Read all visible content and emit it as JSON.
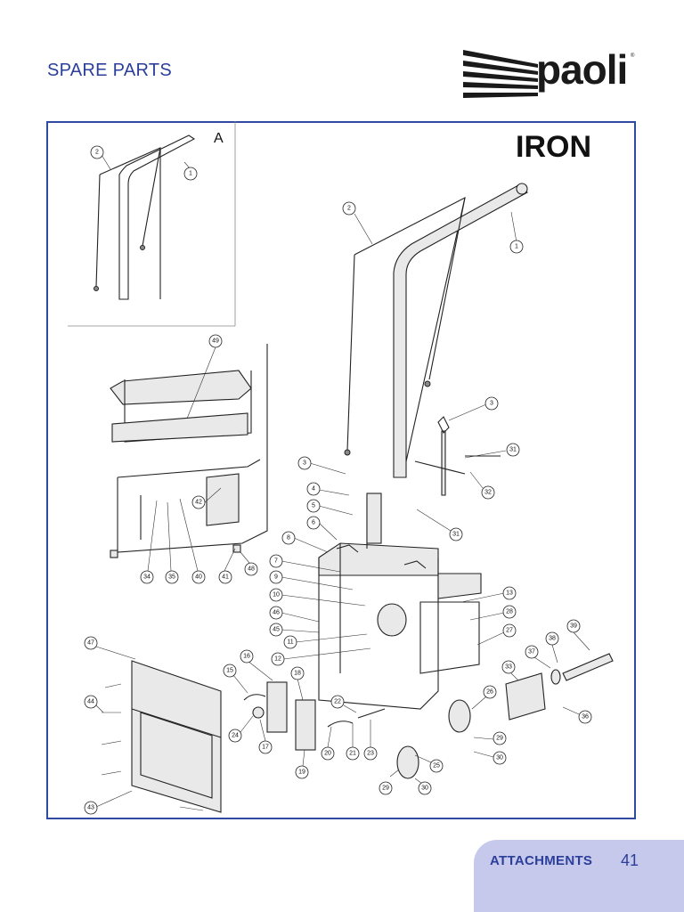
{
  "header": {
    "section_title": "SPARE PARTS",
    "brand": "paoli",
    "brand_mark": "®"
  },
  "diagram": {
    "title": "IRON",
    "inset_label": "A",
    "inset_callouts": [
      "2",
      "1"
    ],
    "callouts": [
      "2",
      "1",
      "3",
      "3",
      "31",
      "32",
      "31",
      "4",
      "5",
      "6",
      "8",
      "7",
      "9",
      "10",
      "46",
      "45",
      "11",
      "12",
      "13",
      "28",
      "27",
      "39",
      "38",
      "37",
      "33",
      "26",
      "36",
      "29",
      "30",
      "25",
      "29",
      "30",
      "22",
      "23",
      "21",
      "20",
      "18",
      "19",
      "16",
      "15",
      "24",
      "17",
      "49",
      "42",
      "34",
      "35",
      "40",
      "41",
      "48",
      "47",
      "44",
      "43"
    ]
  },
  "footer": {
    "label": "ATTACHMENTS",
    "page_number": "41"
  }
}
